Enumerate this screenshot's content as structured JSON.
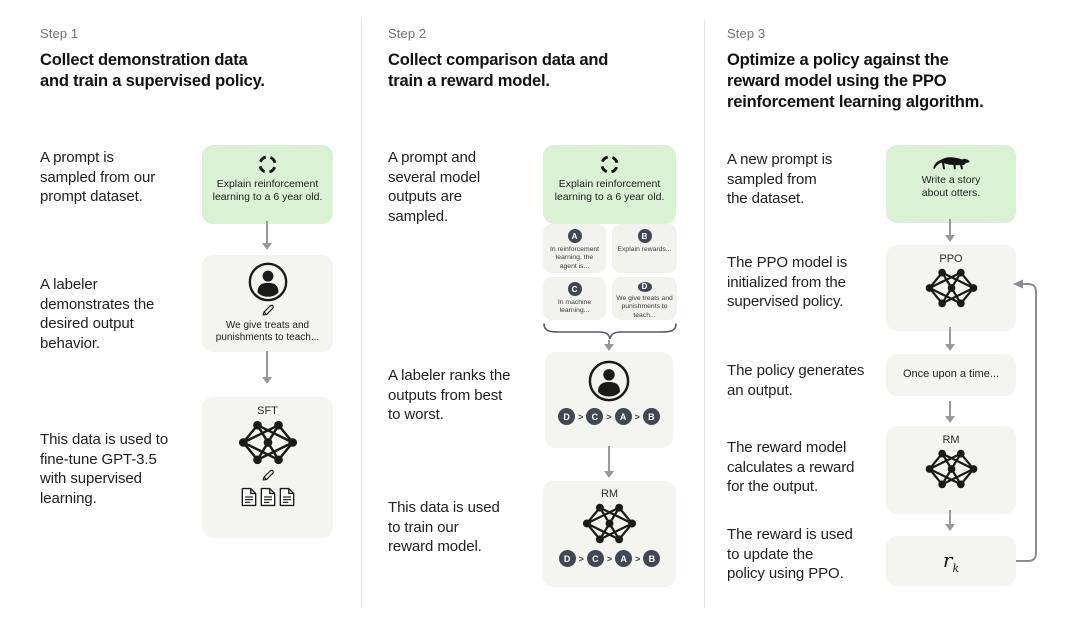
{
  "colors": {
    "prompt_box_bg": "#d9f2d3",
    "model_box_bg": "#f4f4f1",
    "chip_bg": "#424754",
    "arrow": "#98989d",
    "step_label_text": "#737373",
    "divider": "#e7e7e4"
  },
  "icons": {
    "prompt_icon": "cycle-icon",
    "labeler_icon": "person-icon",
    "edit_icon": "pencil-icon",
    "model_icon": "neural-network-icon",
    "docs_icon": "document-icon",
    "otter_icon": "otter-icon"
  },
  "step1": {
    "label": "Step 1",
    "title": "Collect demonstration data\nand train a supervised policy.",
    "row1_text": "A prompt is\nsampled from our\nprompt dataset.",
    "prompt_box_caption": "Explain reinforcement\nlearning to a 6 year old.",
    "row2_text": "A labeler\ndemonstrates the\ndesired output\nbehavior.",
    "labeler_box_caption": "We give treats and\npunishments to teach...",
    "row3_text": "This data is used to\nfine-tune GPT-3.5\nwith supervised\nlearning.",
    "sft_label": "SFT"
  },
  "step2": {
    "label": "Step 2",
    "title": "Collect comparison data and\ntrain a reward model.",
    "row1_text": "A prompt and\nseveral model\noutputs are\nsampled.",
    "prompt_box_caption": "Explain reinforcement\nlearning to a 6 year old.",
    "outputs": [
      {
        "letter": "A",
        "text": "In reinforcement\nlearning, the\nagent is..."
      },
      {
        "letter": "B",
        "text": "Explain rewards..."
      },
      {
        "letter": "C",
        "text": "In machine\nlearning..."
      },
      {
        "letter": "D",
        "text": "We give treats and\npunishments to\nteach..."
      }
    ],
    "row2_text": "A labeler ranks the\noutputs from best\nto worst.",
    "ranking": [
      "D",
      "C",
      "A",
      "B"
    ],
    "rank_sep": ">",
    "row3_text": "This data is used\nto train our\nreward model.",
    "rm_label": "RM"
  },
  "step3": {
    "label": "Step 3",
    "title": "Optimize a policy against the\nreward model using the PPO\nreinforcement learning algorithm.",
    "row1_text": "A new prompt is\nsampled from\nthe dataset.",
    "prompt_box_caption": "Write a story\nabout otters.",
    "row2_text": "The PPO model is\ninitialized from the\nsupervised policy.",
    "ppo_label": "PPO",
    "row3_text": "The policy generates\nan output.",
    "output_box_caption": "Once upon a time...",
    "row4_text": "The reward model\ncalculates a reward\nfor the output.",
    "rm_label": "RM",
    "row5_text": "The reward is used\nto update the\npolicy using PPO.",
    "reward_symbol": "r",
    "reward_subscript": "k"
  }
}
